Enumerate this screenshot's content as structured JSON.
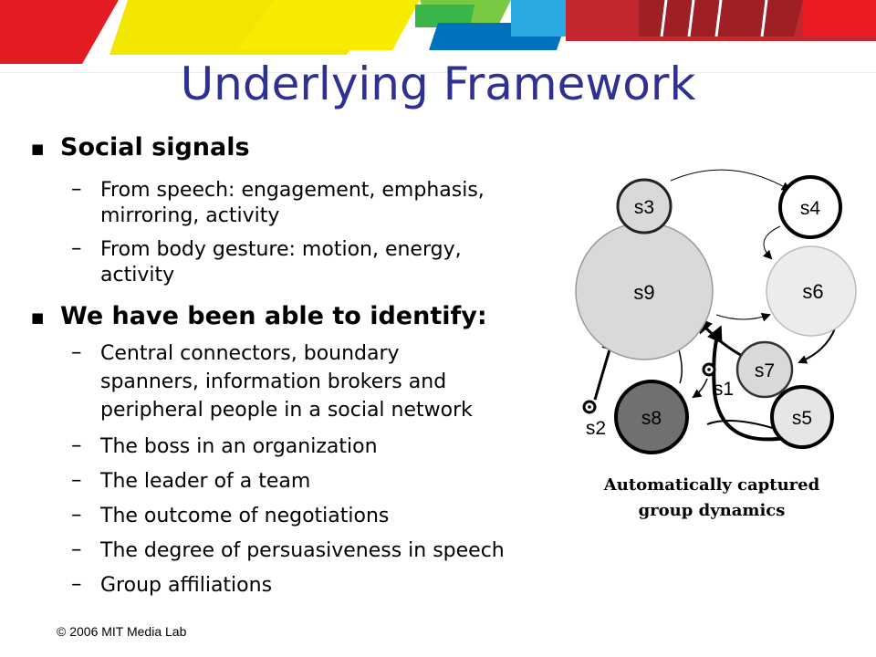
{
  "title": "Underlying Framework",
  "sections": [
    {
      "heading": "Social signals",
      "items": [
        [
          "From speech: engagement, emphasis,",
          "mirroring, activity"
        ],
        [
          "From body gesture: motion, energy,",
          "activity"
        ]
      ]
    },
    {
      "heading": "We have been able to identify:",
      "items": [
        [
          "Central connectors, boundary",
          "spanners, information brokers and",
          "peripheral people in a social network"
        ],
        [
          "The boss in an organization"
        ],
        [
          "The leader of a team"
        ],
        [
          "The outcome of negotiations"
        ],
        [
          "The degree of persuasiveness in speech"
        ],
        [
          "Group affiliations"
        ]
      ]
    }
  ],
  "diagram": {
    "nodes": [
      "s3",
      "s4",
      "s9",
      "s6",
      "s7",
      "s8",
      "s5"
    ],
    "markers": [
      "s1",
      "s2"
    ]
  },
  "caption": [
    "Automatically captured",
    "group dynamics"
  ],
  "footer": "© 2006 MIT Media Lab",
  "colors": {
    "title": "#2e3192",
    "node_light": "#d9d9d9",
    "node_dark": "#707070"
  }
}
